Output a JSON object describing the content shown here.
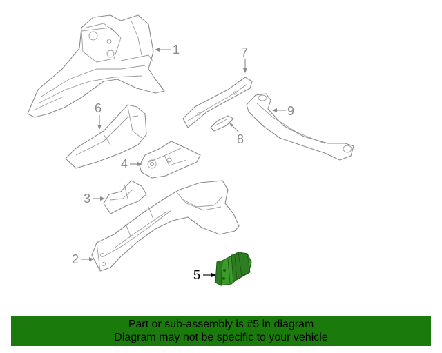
{
  "callouts": [
    {
      "id": "1",
      "label": "1"
    },
    {
      "id": "2",
      "label": "2"
    },
    {
      "id": "3",
      "label": "3"
    },
    {
      "id": "4",
      "label": "4"
    },
    {
      "id": "5",
      "label": "5"
    },
    {
      "id": "6",
      "label": "6"
    },
    {
      "id": "7",
      "label": "7"
    },
    {
      "id": "8",
      "label": "8"
    },
    {
      "id": "9",
      "label": "9"
    }
  ],
  "highlighted_part": "5",
  "colors": {
    "banner_bg": "#1a7a0c",
    "highlight_part": "#3a9a2a",
    "line_art": "#8a8a8a"
  },
  "banner": {
    "line1": "Part or sub-assembly is #5 in diagram",
    "line2": "Diagram may not be specific to your vehicle"
  }
}
